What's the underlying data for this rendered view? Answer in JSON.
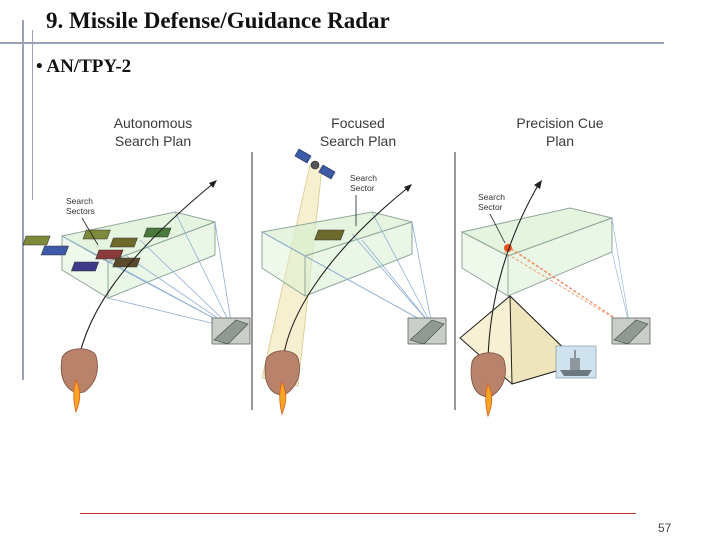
{
  "slide": {
    "title": "9. Missile Defense/Guidance Radar",
    "bullet": "• AN/TPY-2",
    "page_number": "57"
  },
  "panels": [
    {
      "label_line1": "Autonomous",
      "label_line2": "Search Plan",
      "callout_line1": "Search",
      "callout_line2": "Sectors"
    },
    {
      "label_line1": "Focused",
      "label_line2": "Search Plan",
      "callout_line1": "Search",
      "callout_line2": "Sector"
    },
    {
      "label_line1": "Precision Cue",
      "label_line2": "Plan",
      "callout_line1": "Search",
      "callout_line2": "Sector"
    }
  ],
  "colors": {
    "title_rule": "#9aa3b4",
    "footer_rule": "#c0392b",
    "search_volume": "#d9f0d2",
    "search_volume_edge": "#8fa89a",
    "beam_lines": "#8fb0d8",
    "focused_beam": "#f5ecc8",
    "cue_beam": "#f08a5d",
    "terrain": "#b9836b"
  }
}
